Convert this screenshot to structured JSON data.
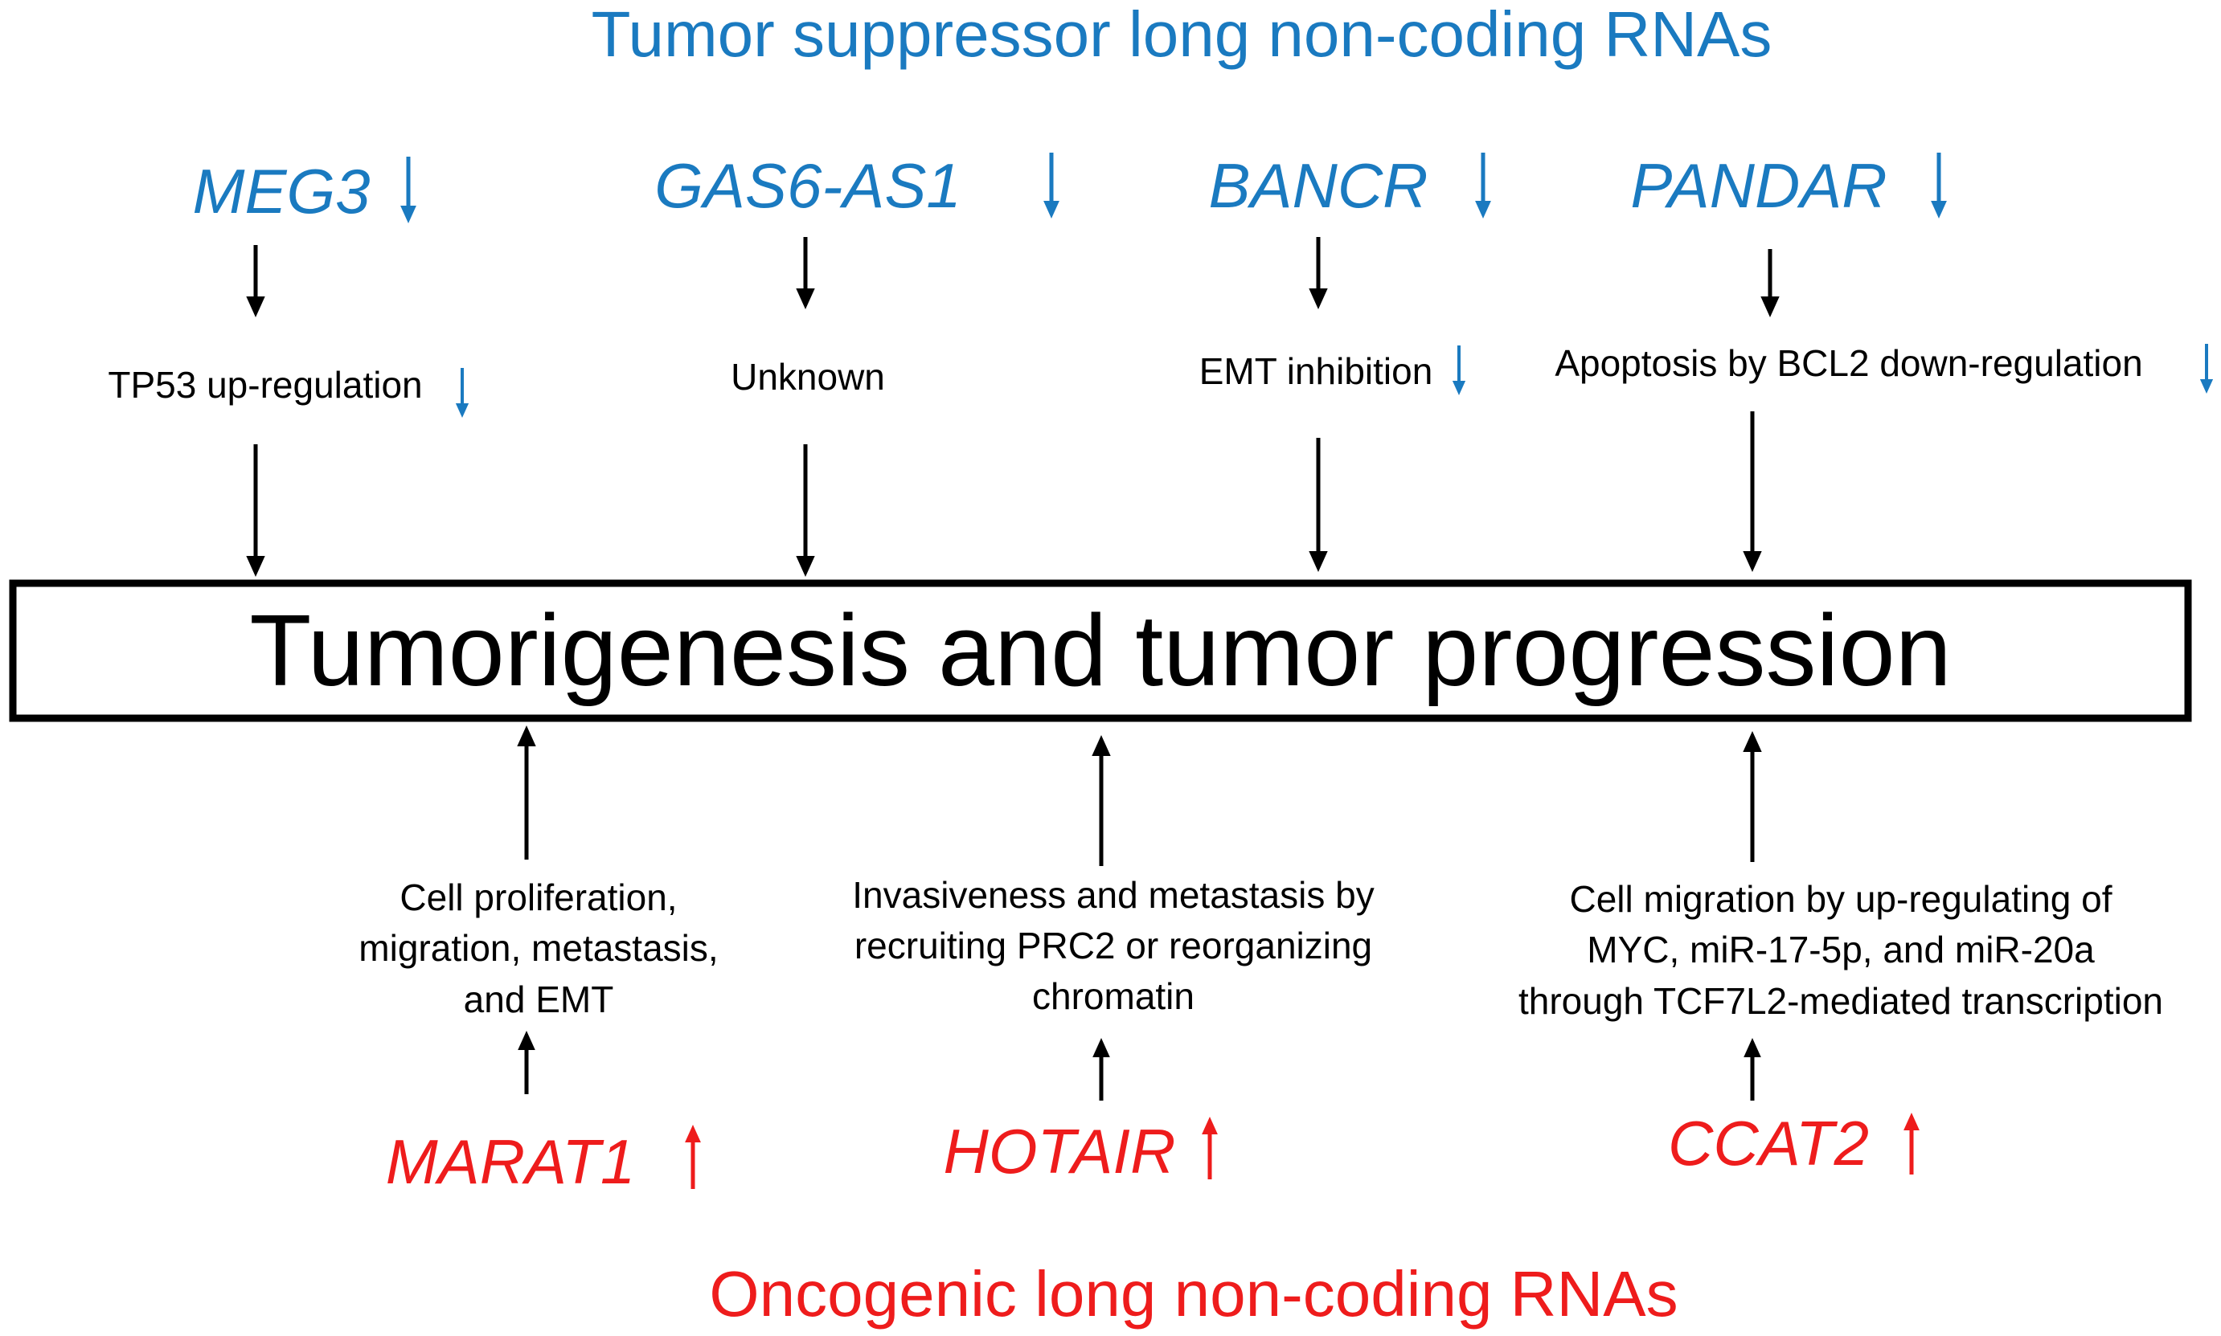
{
  "colors": {
    "suppressor": "#1a7ac0",
    "oncogenic": "#ee1c1c",
    "arrow": "#000000",
    "text": "#000000"
  },
  "headers": {
    "suppressor": "Tumor suppressor long non-coding RNAs",
    "oncogenic": "Oncogenic long non-coding RNAs"
  },
  "central_box": {
    "label": "Tumorigenesis and tumor progression"
  },
  "suppressors": [
    {
      "gene": "MEG3",
      "direction": "down",
      "mechanism": [
        "TP53 up-regulation"
      ],
      "mechanism_direction": "down"
    },
    {
      "gene": "GAS6-AS1",
      "direction": "down",
      "mechanism": [
        "Unknown"
      ],
      "mechanism_direction": ""
    },
    {
      "gene": "BANCR",
      "direction": "down",
      "mechanism": [
        "EMT inhibition"
      ],
      "mechanism_direction": "down"
    },
    {
      "gene": "PANDAR",
      "direction": "down",
      "mechanism": [
        "Apoptosis by BCL2 down-regulation"
      ],
      "mechanism_direction": "down"
    }
  ],
  "oncogenes": [
    {
      "gene": "MARAT1",
      "direction": "up",
      "mechanism": [
        "Cell proliferation,",
        "migration, metastasis,",
        "and EMT"
      ]
    },
    {
      "gene": "HOTAIR",
      "direction": "up",
      "mechanism": [
        "Invasiveness and metastasis by",
        "recruiting PRC2 or reorganizing",
        "chromatin"
      ]
    },
    {
      "gene": "CCAT2",
      "direction": "up",
      "mechanism": [
        "Cell migration by up-regulating of",
        "MYC, miR-17-5p, and miR-20a",
        "through TCF7L2-mediated transcription"
      ]
    }
  ]
}
